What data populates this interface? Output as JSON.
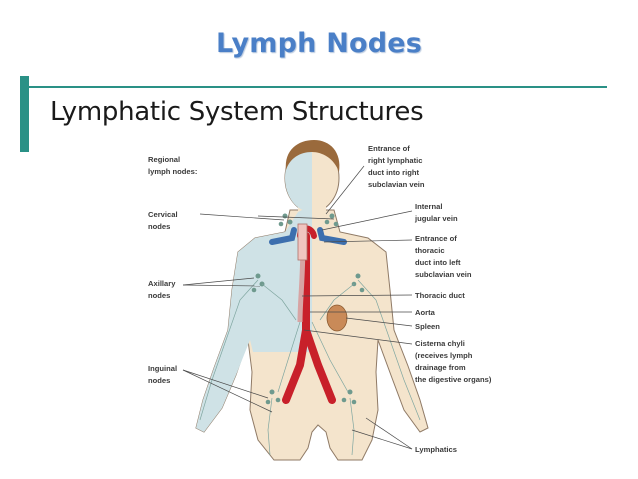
{
  "slide": {
    "title": "Lymph Nodes",
    "subtitle": "Lymphatic System Structures",
    "accent_color": "#2a9186",
    "title_color": "#4a7fc7"
  },
  "figure": {
    "left_labels": {
      "regional": [
        "Regional",
        "lymph nodes:"
      ],
      "cervical": [
        "Cervical",
        "nodes"
      ],
      "axillary": [
        "Axillary",
        "nodes"
      ],
      "inguinal": [
        "Inguinal",
        "nodes"
      ]
    },
    "right_labels": {
      "entrance_right": [
        "Entrance of",
        "right lymphatic",
        "duct into right",
        "subclavian vein"
      ],
      "internal_jugular": [
        "Internal",
        "jugular vein"
      ],
      "entrance_thoracic": [
        "Entrance of",
        "thoracic",
        "duct into left",
        "subclavian vein"
      ],
      "thoracic_duct": [
        "Thoracic duct"
      ],
      "aorta": [
        "Aorta"
      ],
      "spleen": [
        "Spleen"
      ],
      "cisterna": [
        "Cisterna chyli",
        "(receives lymph",
        "drainage from",
        "the digestive organs)"
      ],
      "lymphatics": [
        "Lymphatics"
      ]
    },
    "colors": {
      "skin": "#f4e4cc",
      "right_drainage": "#cfe2e6",
      "aorta": "#c8202a",
      "vein": "#3d6fae",
      "spleen": "#c98a58"
    }
  }
}
